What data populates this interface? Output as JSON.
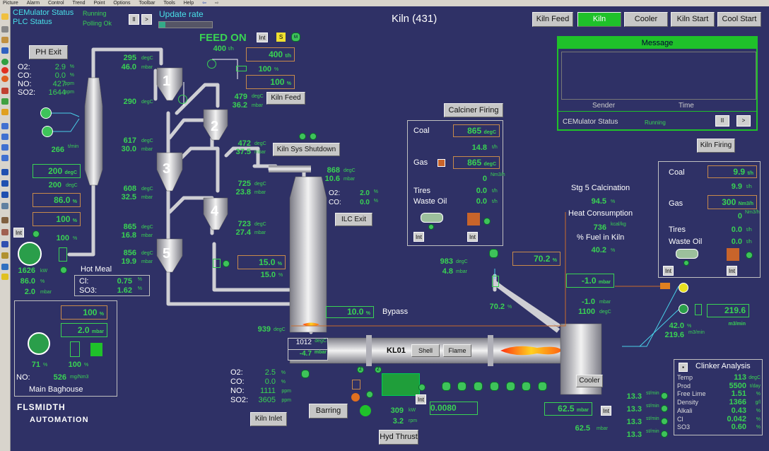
{
  "menu": [
    "Picture",
    "Alarm",
    "Control",
    "Trend",
    "Point",
    "Options",
    "Toolbar",
    "Tools",
    "Help"
  ],
  "header": {
    "app_status_label": "CEMulator Status",
    "app_status_value": "Running",
    "plc_label": "PLC Status",
    "plc_value": "Polling Ok",
    "pause": "II",
    "play": ">",
    "update_label": "Update rate",
    "title": "Kiln (431)"
  },
  "nav": {
    "kiln_feed": "Kiln Feed",
    "kiln": "Kiln",
    "cooler": "Cooler",
    "kiln_start": "Kiln Start",
    "cool_start": "Cool Start"
  },
  "message": {
    "title": "Message",
    "sender": "Sender",
    "time": "Time",
    "status_label": "CEMulator Status",
    "status_value": "Running",
    "pause": "II",
    "play": ">"
  },
  "ph": {
    "exit_btn": "PH Exit",
    "gas": [
      {
        "k": "O2:",
        "v": "2.9",
        "u": "%"
      },
      {
        "k": "CO:",
        "v": "0.0",
        "u": "%"
      },
      {
        "k": "NO:",
        "v": "427",
        "u": "ppm"
      },
      {
        "k": "SO2:",
        "v": "1644",
        "u": "ppm"
      }
    ]
  },
  "feed": {
    "on": "FEED ON",
    "int": "Int",
    "s": "S",
    "m": "M",
    "rate": "400",
    "rate_u": "t/h",
    "sp1": "400",
    "sp1_u": "t/h",
    "v100a": "100",
    "v100b": "100",
    "pct": "%",
    "kiln_feed_btn": "Kiln Feed",
    "t479": "479",
    "t479u": "degC",
    "p362": "36.2",
    "p362u": "mbar"
  },
  "cyclones": {
    "c1": "1",
    "c2": "2",
    "c3": "3",
    "c4": "4",
    "c5": "5"
  },
  "temps": {
    "t295": "295",
    "p460": "46.0",
    "t290": "290",
    "t617": "617",
    "p300": "30.0",
    "t608": "608",
    "p325": "32.5",
    "t865": "865",
    "p168": "16.8",
    "t856": "856",
    "p199": "19.9",
    "t472": "472",
    "p375": "37.5",
    "t725": "725",
    "p238": "23.8",
    "t723": "723",
    "p274": "27.4",
    "t868": "868",
    "p106": "10.6",
    "degC": "degC",
    "mbar": "mbar"
  },
  "ilc": {
    "o2_k": "O2:",
    "o2_v": "2.0",
    "co_k": "CO:",
    "co_v": "0.0",
    "pct": "%",
    "exit_btn": "ILC Exit",
    "shutdown_btn": "Kiln Sys Shutdown"
  },
  "left": {
    "sp200": "200",
    "sp200u": "degC",
    "v200": "200",
    "v200u": "degC",
    "sp86": "86.0",
    "v100": "100",
    "pct": "%",
    "int": "Int",
    "fan_pct": "100",
    "kw": "1626",
    "kwu": "kW",
    "fan2": "86.0",
    "mb": "2.0",
    "mbu": "mbar",
    "rpm": "266",
    "rpmu": "t/min"
  },
  "hotmeal": {
    "title": "Hot Meal",
    "cl_k": "Cl:",
    "cl_v": "0.75",
    "so3_k": "SO3:",
    "so3_v": "1.62",
    "pct": "%"
  },
  "baghouse": {
    "sp100": "100",
    "sp2": "2.0",
    "mbar": "mbar",
    "pct71": "71",
    "pct100": "100",
    "pct": "%",
    "no_k": "NO:",
    "no_v": "526",
    "no_u": "mg/Nm3",
    "title": "Main Baghouse"
  },
  "logo": {
    "l1": "FLSMIDTH",
    "l2": "AUTOMATION"
  },
  "riser": {
    "sp15": "15.0",
    "v15": "15.0",
    "pct": "%",
    "t939": "939",
    "degC": "degC",
    "t1012": "1012",
    "p47": "-4.7"
  },
  "bypass": {
    "v": "10.0",
    "pct": "%",
    "label": "Bypass"
  },
  "inlet": {
    "o2_k": "O2:",
    "o2_v": "2.5",
    "co_k": "CO:",
    "co_v": "0.0",
    "no_k": "NO:",
    "no_v": "1111",
    "so2_k": "SO2:",
    "so2_v": "3605",
    "ppm": "ppm",
    "pct": "%",
    "btn": "Kiln Inlet"
  },
  "kiln": {
    "label": "KL01",
    "shell": "Shell",
    "flame": "Flame",
    "barring": "Barring",
    "hyd": "Hyd Thrust",
    "kw": "309",
    "kwu": "kW",
    "rpm": "3.2",
    "rpmu": "rpm",
    "speed": "0.0080",
    "int": "Int",
    "z": "Z"
  },
  "calciner": {
    "btn": "Calciner Firing",
    "coal": "Coal",
    "coal_sp": "865",
    "coal_v": "14.8",
    "gas": "Gas",
    "gas_sp": "865",
    "gas_v": "0",
    "tires": "Tires",
    "tires_v": "0.0",
    "waste": "Waste Oil",
    "waste_v": "0.0",
    "th": "t/h",
    "degC": "degC",
    "nm3": "Nm3/h",
    "int": "Int"
  },
  "tertiary": {
    "t983": "983",
    "p48": "4.8",
    "sp702": "70.2",
    "v702": "70.2",
    "pct": "%",
    "degC": "degC",
    "mbar": "mbar"
  },
  "kfiring": {
    "btn": "Kiln Firing",
    "coal": "Coal",
    "coal_sp": "9.9",
    "coal_v": "9.9",
    "gas": "Gas",
    "gas_sp": "300",
    "gas_v": "0",
    "tires": "Tires",
    "tires_v": "0.0",
    "waste": "Waste Oil",
    "waste_v": "0.0",
    "th": "t/h",
    "nm3": "Nm3/h",
    "int": "Int"
  },
  "calc": {
    "stg": "Stg 5 Calcination",
    "stg_v": "94.5",
    "heat": "Heat Consumption",
    "heat_v": "736",
    "heat_u": "kcal/kg",
    "fuel": "% Fuel in Kiln",
    "fuel_v": "40.2",
    "pct": "%"
  },
  "hood": {
    "p_sp": "-1.0",
    "mbar": "mbar",
    "p_v": "-1.0",
    "t1100": "1100",
    "degC": "degC",
    "pa": "219.6",
    "pa_u": "m3/min",
    "pa2": "219.6",
    "pa2_u": "m3/min",
    "pct42": "42.0",
    "pct": "%"
  },
  "cooler": {
    "btn": "Cooler",
    "sp625": "62.5",
    "v625": "62.5",
    "mbar": "mbar",
    "int": "Int",
    "fans": [
      "13.3",
      "13.3",
      "13.3",
      "13.3"
    ],
    "fan_u": "st/min"
  },
  "clinker": {
    "title": "Clinker Analysis",
    "rows": [
      {
        "k": "Temp",
        "v": "113",
        "u": "degC"
      },
      {
        "k": "Prod",
        "v": "5500",
        "u": "t/day"
      },
      {
        "k": "Free Lime",
        "v": "1.51",
        "u": "%"
      },
      {
        "k": "Density",
        "v": "1366",
        "u": "g/l"
      },
      {
        "k": "Alkali",
        "v": "0.43",
        "u": "%"
      },
      {
        "k": "Cl",
        "v": "0.042",
        "u": "%"
      },
      {
        "k": "SO3",
        "v": "0.60",
        "u": "%"
      }
    ]
  }
}
